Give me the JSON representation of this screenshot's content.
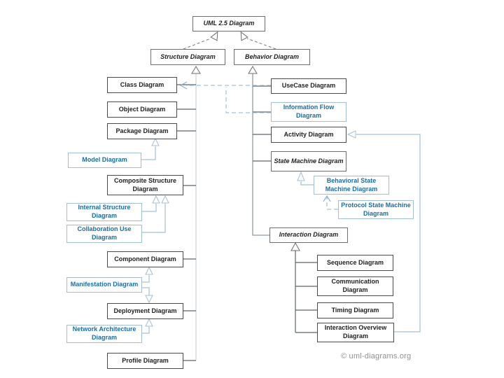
{
  "title": "UML 2.5 Diagram taxonomy",
  "colors": {
    "concrete_text": "#1f1f1f",
    "concrete_border": "#4a4a4a",
    "abstract_border": "#6e6e6e",
    "blue_text": "#1a6da6",
    "blue_border": "#a3bfd6",
    "blue_line": "#a3bfd6",
    "spine_light": "#ccd5de",
    "spine_dark": "#8e9aa4",
    "stub_line": "#5a646c",
    "watermark_gray": "#909090"
  },
  "nodes": {
    "uml_25": {
      "label": "UML 2.5 Diagram",
      "kind": "abstract"
    },
    "structure": {
      "label": "Structure Diagram",
      "kind": "abstract"
    },
    "behavior": {
      "label": "Behavior Diagram",
      "kind": "abstract"
    },
    "class": {
      "label": "Class Diagram",
      "kind": "concrete"
    },
    "object": {
      "label": "Object Diagram",
      "kind": "concrete"
    },
    "package": {
      "label": "Package Diagram",
      "kind": "concrete"
    },
    "model": {
      "label": "Model Diagram",
      "kind": "blue"
    },
    "composite_structure": {
      "label": "Composite Structure Diagram",
      "kind": "concrete"
    },
    "internal_structure": {
      "label": "Internal Structure Diagram",
      "kind": "blue"
    },
    "collaboration_use": {
      "label": "Collaboration Use Diagram",
      "kind": "blue"
    },
    "component": {
      "label": "Component Diagram",
      "kind": "concrete"
    },
    "manifestation": {
      "label": "Manifestation Diagram",
      "kind": "blue"
    },
    "deployment": {
      "label": "Deployment Diagram",
      "kind": "concrete"
    },
    "network_architecture": {
      "label": "Network Architecture Diagram",
      "kind": "blue"
    },
    "profile": {
      "label": "Profile Diagram",
      "kind": "concrete"
    },
    "usecase": {
      "label": "UseCase Diagram",
      "kind": "concrete"
    },
    "information_flow": {
      "label": "Information Flow Diagram",
      "kind": "blue"
    },
    "activity": {
      "label": "Activity Diagram",
      "kind": "concrete"
    },
    "state_machine": {
      "label": "State Machine Diagram",
      "kind": "abstract"
    },
    "behavioral_sm": {
      "label": "Behavioral State Machine Diagram",
      "kind": "blue"
    },
    "protocol_sm": {
      "label": "Protocol State Machine Diagram",
      "kind": "blue"
    },
    "interaction": {
      "label": "Interaction Diagram",
      "kind": "abstract"
    },
    "sequence": {
      "label": "Sequence Diagram",
      "kind": "concrete"
    },
    "communication": {
      "label": "Communication Diagram",
      "kind": "concrete"
    },
    "timing": {
      "label": "Timing Diagram",
      "kind": "concrete"
    },
    "interaction_overview": {
      "label": "Interaction Overview Diagram",
      "kind": "concrete"
    }
  },
  "edges": [
    {
      "from": "structure",
      "to": "uml_25",
      "type": "generalization-dashed"
    },
    {
      "from": "behavior",
      "to": "uml_25",
      "type": "generalization-dashed"
    },
    {
      "from": "class",
      "to": "structure",
      "type": "generalization"
    },
    {
      "from": "object",
      "to": "structure",
      "type": "generalization"
    },
    {
      "from": "package",
      "to": "structure",
      "type": "generalization"
    },
    {
      "from": "composite_structure",
      "to": "structure",
      "type": "generalization"
    },
    {
      "from": "component",
      "to": "structure",
      "type": "generalization"
    },
    {
      "from": "deployment",
      "to": "structure",
      "type": "generalization"
    },
    {
      "from": "profile",
      "to": "structure",
      "type": "generalization"
    },
    {
      "from": "model",
      "to": "package",
      "type": "generalization"
    },
    {
      "from": "internal_structure",
      "to": "composite_structure",
      "type": "generalization"
    },
    {
      "from": "collaboration_use",
      "to": "composite_structure",
      "type": "generalization"
    },
    {
      "from": "manifestation",
      "to": "component",
      "type": "generalization"
    },
    {
      "from": "manifestation",
      "to": "deployment",
      "type": "generalization"
    },
    {
      "from": "network_architecture",
      "to": "deployment",
      "type": "generalization"
    },
    {
      "from": "usecase",
      "to": "behavior",
      "type": "generalization"
    },
    {
      "from": "information_flow",
      "to": "behavior",
      "type": "generalization"
    },
    {
      "from": "activity",
      "to": "behavior",
      "type": "generalization"
    },
    {
      "from": "state_machine",
      "to": "behavior",
      "type": "generalization"
    },
    {
      "from": "interaction",
      "to": "behavior",
      "type": "generalization"
    },
    {
      "from": "usecase",
      "to": "class",
      "type": "dependency"
    },
    {
      "from": "information_flow",
      "to": "class",
      "type": "dependency"
    },
    {
      "from": "behavioral_sm",
      "to": "state_machine",
      "type": "generalization"
    },
    {
      "from": "protocol_sm",
      "to": "behavioral_sm",
      "type": "dependency"
    },
    {
      "from": "sequence",
      "to": "interaction",
      "type": "generalization"
    },
    {
      "from": "communication",
      "to": "interaction",
      "type": "generalization"
    },
    {
      "from": "timing",
      "to": "interaction",
      "type": "generalization"
    },
    {
      "from": "interaction_overview",
      "to": "interaction",
      "type": "generalization"
    },
    {
      "from": "interaction_overview",
      "to": "activity",
      "type": "generalization"
    }
  ],
  "watermark": {
    "text": "© uml-diagrams.org"
  }
}
